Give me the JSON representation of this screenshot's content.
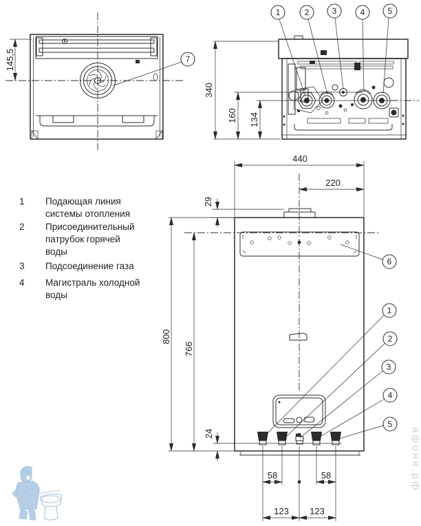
{
  "legend": {
    "items": [
      {
        "num": "1",
        "lines": [
          "Подающая линия",
          "системы отопления"
        ]
      },
      {
        "num": "2",
        "lines": [
          "Присоединительный",
          "патрубок горячей",
          "воды"
        ]
      },
      {
        "num": "3",
        "lines": [
          "Подсоединение газа"
        ]
      },
      {
        "num": "4",
        "lines": [
          "Магистраль холодной",
          "воды"
        ]
      }
    ]
  },
  "dimensions": {
    "d145_5": "145,5",
    "d340": "340",
    "d160": "160",
    "d134": "134",
    "d440": "440",
    "d220": "220",
    "d29": "29",
    "d800": "800",
    "d766": "766",
    "d24": "24",
    "d58_left": "58",
    "d58_right": "58",
    "d123_left": "123",
    "d123_right": "123"
  },
  "callouts": {
    "c1": "1",
    "c2": "2",
    "c3": "3",
    "c4": "4",
    "c5": "5",
    "c6": "6",
    "c7": "7"
  },
  "watermark": {
    "site_text": "афоня.рф"
  },
  "colors": {
    "line": "#2b2b2b",
    "watermark_blue": "#abc7e2",
    "watermark_text": "#cfcfcf",
    "background": "#ffffff"
  }
}
